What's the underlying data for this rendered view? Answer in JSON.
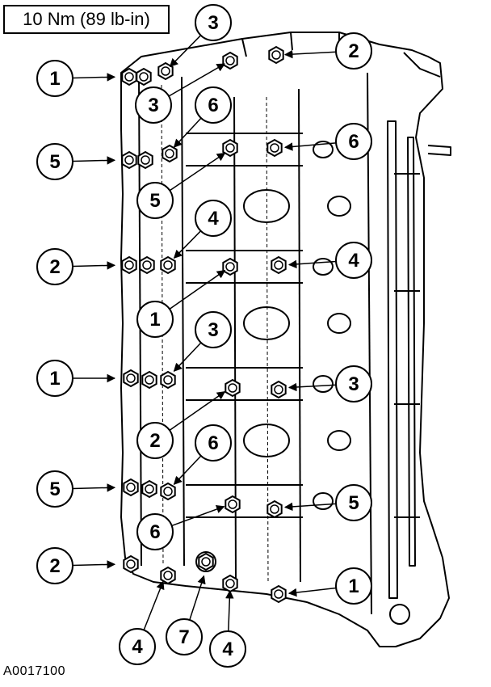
{
  "torque_spec": "10 Nm (89 lb-in)",
  "figure_id": "A0017100",
  "subject": "cylinder-head-camshaft-cap-bolts",
  "callouts": [
    {
      "id": "c-l-1a",
      "label": "1"
    },
    {
      "id": "c-l-5a",
      "label": "5"
    },
    {
      "id": "c-l-2a",
      "label": "2"
    },
    {
      "id": "c-l-1b",
      "label": "1"
    },
    {
      "id": "c-l-5b",
      "label": "5"
    },
    {
      "id": "c-l-2b",
      "label": "2"
    },
    {
      "id": "c-t-3a",
      "label": "3"
    },
    {
      "id": "c-m-3a",
      "label": "3"
    },
    {
      "id": "c-m-6a",
      "label": "6"
    },
    {
      "id": "c-m-5a",
      "label": "5"
    },
    {
      "id": "c-m-4a",
      "label": "4"
    },
    {
      "id": "c-m-1a",
      "label": "1"
    },
    {
      "id": "c-m-3b",
      "label": "3"
    },
    {
      "id": "c-m-2b",
      "label": "2"
    },
    {
      "id": "c-m-6b",
      "label": "6"
    },
    {
      "id": "c-m-6c",
      "label": "6"
    },
    {
      "id": "c-r-2a",
      "label": "2"
    },
    {
      "id": "c-r-6a",
      "label": "6"
    },
    {
      "id": "c-r-4a",
      "label": "4"
    },
    {
      "id": "c-r-3b",
      "label": "3"
    },
    {
      "id": "c-r-5b",
      "label": "5"
    },
    {
      "id": "c-r-1b",
      "label": "1"
    },
    {
      "id": "c-b-4a",
      "label": "4"
    },
    {
      "id": "c-b-7",
      "label": "7"
    },
    {
      "id": "c-b-4b",
      "label": "4"
    }
  ]
}
